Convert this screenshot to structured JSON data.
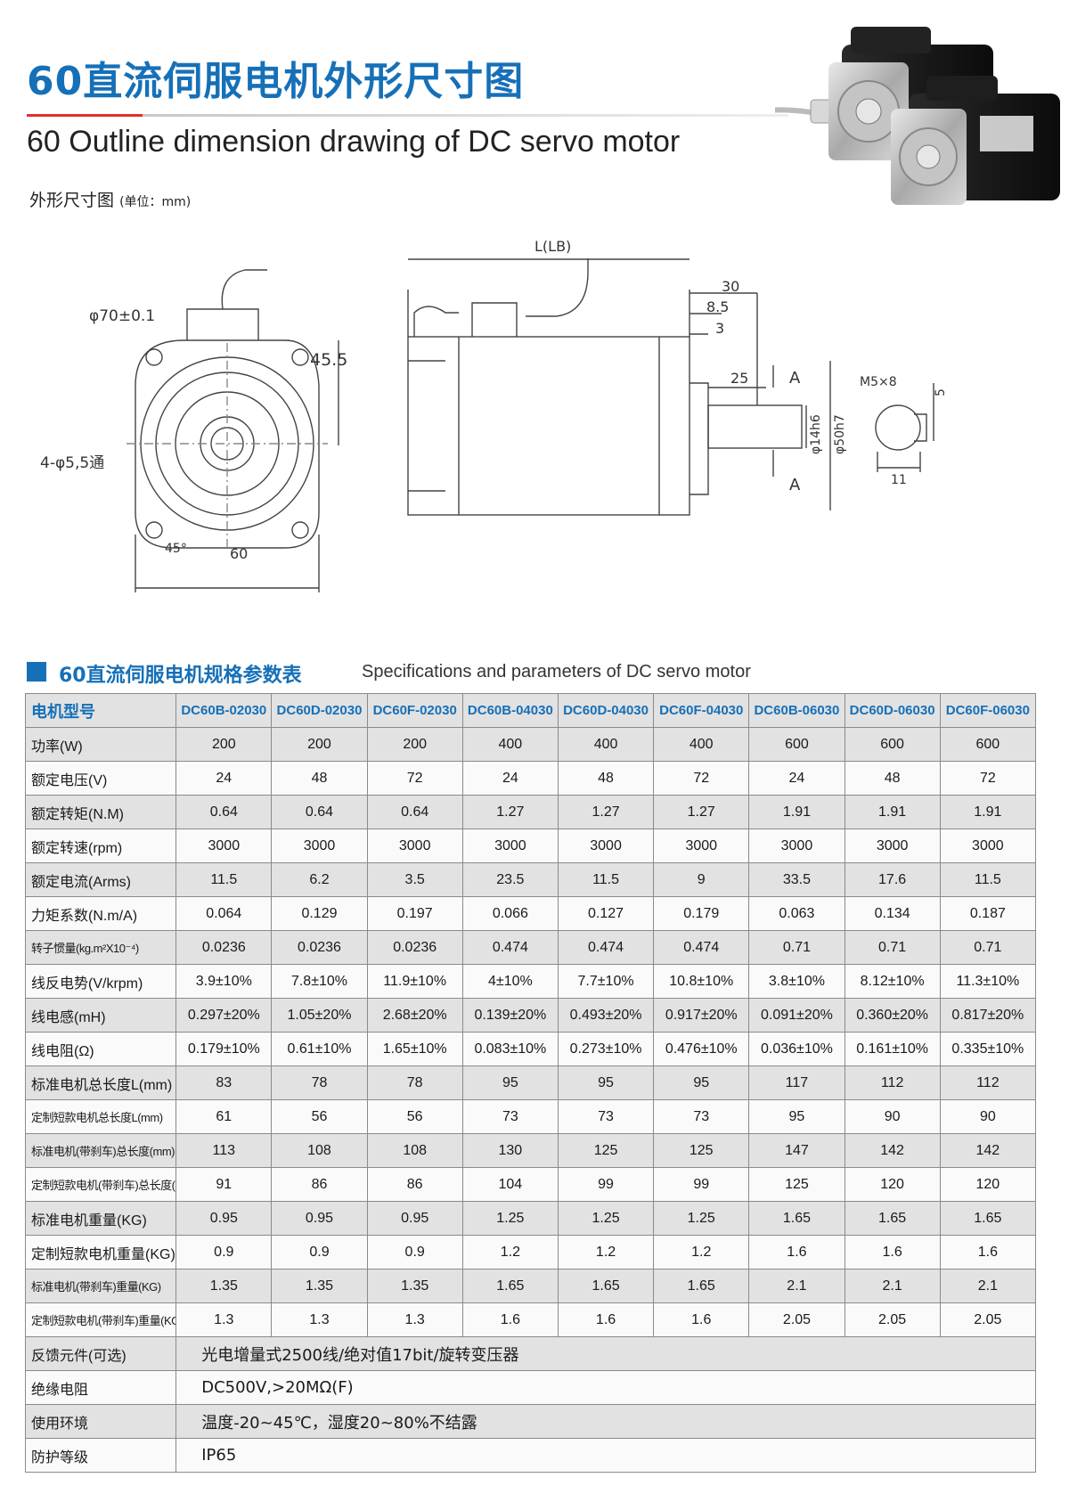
{
  "header": {
    "title_cn": "60直流伺服电机外形尺寸图",
    "title_en": "60 Outline dimension drawing of DC servo motor",
    "subtitle": "外形尺寸图",
    "subtitle_unit": "(单位：mm)"
  },
  "drawing": {
    "front": {
      "dia": "φ70±0.1",
      "height": "45.5",
      "holes": "4-φ5,5通",
      "angle": "45°",
      "width": "60"
    },
    "side": {
      "length": "L(LB)",
      "d30": "30",
      "d8_5": "8.5",
      "d3": "3",
      "d25": "25",
      "shaft": "φ14h6",
      "flange": "φ50h7",
      "section_a_top": "A",
      "section_a_bottom": "A"
    },
    "section": {
      "thread": "M5×8",
      "key": "5",
      "width": "11"
    }
  },
  "spec": {
    "title_cn": "60直流伺服电机规格参数表",
    "title_en": "Specifications and parameters of DC servo motor",
    "header_label": "电机型号",
    "models": [
      "DC60B-02030",
      "DC60D-02030",
      "DC60F-02030",
      "DC60B-04030",
      "DC60D-04030",
      "DC60F-04030",
      "DC60B-06030",
      "DC60D-06030",
      "DC60F-06030"
    ],
    "rows": [
      {
        "label": "功率(W)",
        "values": [
          "200",
          "200",
          "200",
          "400",
          "400",
          "400",
          "600",
          "600",
          "600"
        ]
      },
      {
        "label": "额定电压(V)",
        "values": [
          "24",
          "48",
          "72",
          "24",
          "48",
          "72",
          "24",
          "48",
          "72"
        ]
      },
      {
        "label": "额定转矩(N.M)",
        "values": [
          "0.64",
          "0.64",
          "0.64",
          "1.27",
          "1.27",
          "1.27",
          "1.91",
          "1.91",
          "1.91"
        ]
      },
      {
        "label": "额定转速(rpm)",
        "values": [
          "3000",
          "3000",
          "3000",
          "3000",
          "3000",
          "3000",
          "3000",
          "3000",
          "3000"
        ]
      },
      {
        "label": "额定电流(Arms)",
        "values": [
          "11.5",
          "6.2",
          "3.5",
          "23.5",
          "11.5",
          "9",
          "33.5",
          "17.6",
          "11.5"
        ]
      },
      {
        "label": "力矩系数(N.m/A)",
        "values": [
          "0.064",
          "0.129",
          "0.197",
          "0.066",
          "0.127",
          "0.179",
          "0.063",
          "0.134",
          "0.187"
        ]
      },
      {
        "label": "转子惯量(kg.m²X10⁻⁴)",
        "values": [
          "0.0236",
          "0.0236",
          "0.0236",
          "0.474",
          "0.474",
          "0.474",
          "0.71",
          "0.71",
          "0.71"
        ]
      },
      {
        "label": "线反电势(V/krpm)",
        "values": [
          "3.9±10%",
          "7.8±10%",
          "11.9±10%",
          "4±10%",
          "7.7±10%",
          "10.8±10%",
          "3.8±10%",
          "8.12±10%",
          "11.3±10%"
        ]
      },
      {
        "label": "线电感(mH)",
        "values": [
          "0.297±20%",
          "1.05±20%",
          "2.68±20%",
          "0.139±20%",
          "0.493±20%",
          "0.917±20%",
          "0.091±20%",
          "0.360±20%",
          "0.817±20%"
        ]
      },
      {
        "label": "线电阻(Ω)",
        "values": [
          "0.179±10%",
          "0.61±10%",
          "1.65±10%",
          "0.083±10%",
          "0.273±10%",
          "0.476±10%",
          "0.036±10%",
          "0.161±10%",
          "0.335±10%"
        ]
      },
      {
        "label": "标准电机总长度L(mm)",
        "values": [
          "83",
          "78",
          "78",
          "95",
          "95",
          "95",
          "117",
          "112",
          "112"
        ]
      },
      {
        "label": "定制短款电机总长度L(mm)",
        "values": [
          "61",
          "56",
          "56",
          "73",
          "73",
          "73",
          "95",
          "90",
          "90"
        ]
      },
      {
        "label": "标准电机(带刹车)总长度(mm)",
        "values": [
          "113",
          "108",
          "108",
          "130",
          "125",
          "125",
          "147",
          "142",
          "142"
        ]
      },
      {
        "label": "定制短款电机(带刹车)总长度(mm)",
        "values": [
          "91",
          "86",
          "86",
          "104",
          "99",
          "99",
          "125",
          "120",
          "120"
        ]
      },
      {
        "label": "标准电机重量(KG)",
        "values": [
          "0.95",
          "0.95",
          "0.95",
          "1.25",
          "1.25",
          "1.25",
          "1.65",
          "1.65",
          "1.65"
        ]
      },
      {
        "label": "定制短款电机重量(KG)",
        "values": [
          "0.9",
          "0.9",
          "0.9",
          "1.2",
          "1.2",
          "1.2",
          "1.6",
          "1.6",
          "1.6"
        ]
      },
      {
        "label": "标准电机(带刹车)重量(KG)",
        "values": [
          "1.35",
          "1.35",
          "1.35",
          "1.65",
          "1.65",
          "1.65",
          "2.1",
          "2.1",
          "2.1"
        ]
      },
      {
        "label": "定制短款电机(带刹车)重量(KG)",
        "values": [
          "1.3",
          "1.3",
          "1.3",
          "1.6",
          "1.6",
          "1.6",
          "2.05",
          "2.05",
          "2.05"
        ]
      }
    ],
    "extra_rows": [
      {
        "label": "反馈元件(可选)",
        "value": "光电增量式2500线/绝对值17bit/旋转变压器"
      },
      {
        "label": "绝缘电阻",
        "value": "DC500V,>20MΩ(F)"
      },
      {
        "label": "使用环境",
        "value": "温度-20~45℃，湿度20~80%不结露"
      },
      {
        "label": "防护等级",
        "value": "IP65"
      }
    ]
  }
}
